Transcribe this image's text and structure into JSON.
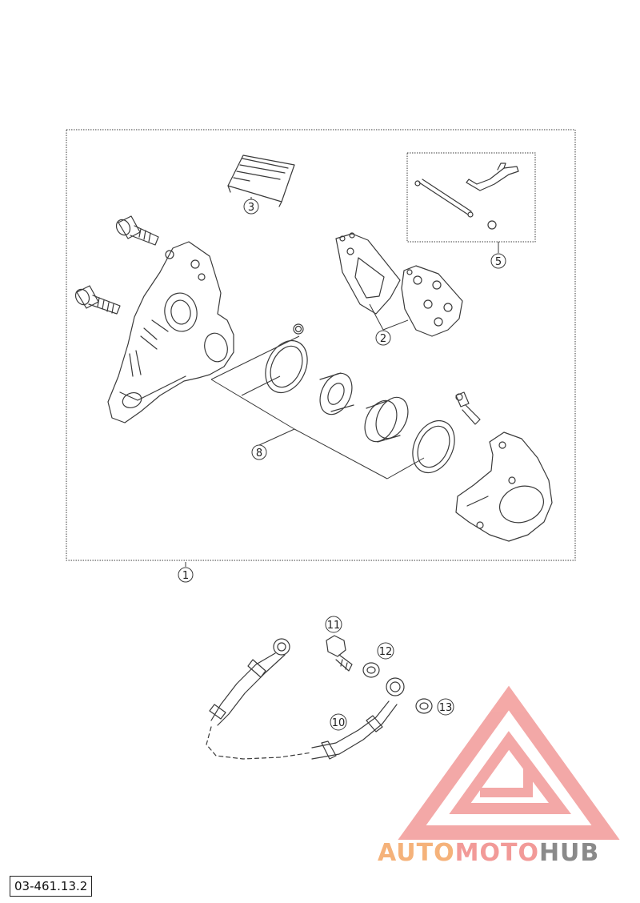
{
  "diagram": {
    "callouts": {
      "c1": "1",
      "c2": "2",
      "c3": "3",
      "c5": "5",
      "c8": "8",
      "c10": "10",
      "c11": "11",
      "c12": "12",
      "c13": "13"
    },
    "reference_code": "03-461.13.2",
    "colors": {
      "line": "#3a3a3a",
      "watermark_red": "#f29a98",
      "watermark_orange": "#f5b27a",
      "watermark_gray": "#8a8a8a"
    }
  },
  "watermark": {
    "part1": "AUTO",
    "part2": "MOTO",
    "part3": "HUB"
  }
}
